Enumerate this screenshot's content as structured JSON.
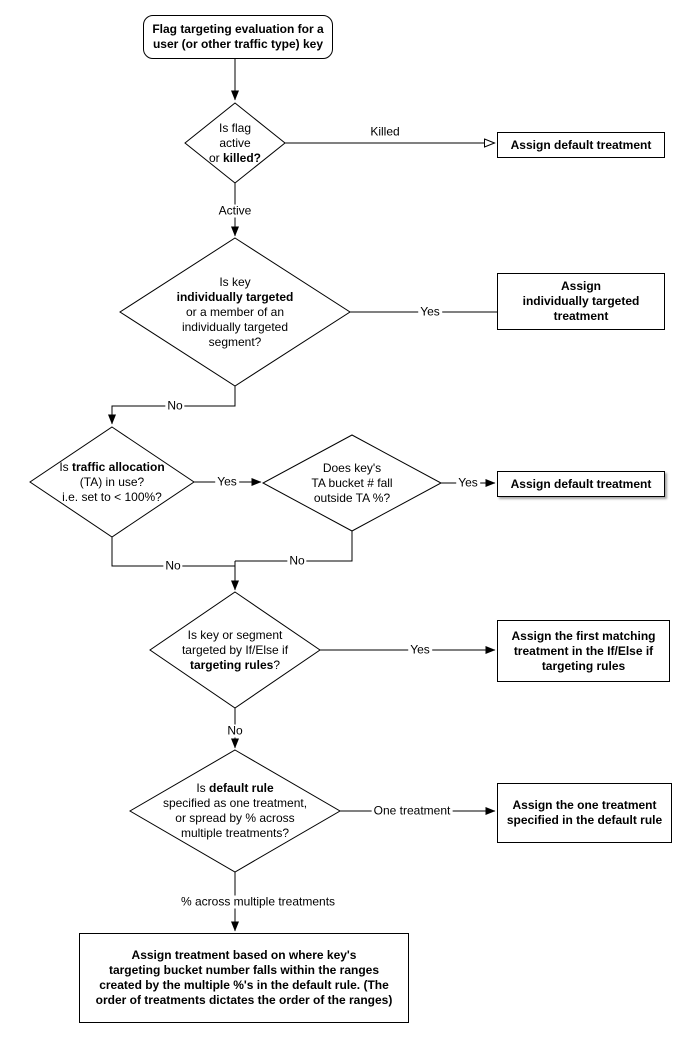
{
  "nodes": {
    "start": {
      "l1": "Flag targeting evaluation for a",
      "l2": "user (or other traffic type) key"
    },
    "is_flag_active": {
      "l1": "Is flag",
      "l2": "active",
      "l3a": "or ",
      "l3b": "killed?"
    },
    "is_individually_targeted": {
      "l1": "Is key",
      "l2": "individually targeted",
      "l3": "or a member of an",
      "l4": "individually targeted",
      "l5": "segment?"
    },
    "is_traffic_allocation": {
      "l1a": "Is ",
      "l1b": "traffic allocation",
      "l2": "(TA) in use?",
      "l3": "i.e. set to < 100%?"
    },
    "ta_bucket_outside": {
      "l1": "Does key's",
      "l2": "TA bucket # fall",
      "l3": "outside TA %?"
    },
    "if_else_rules": {
      "l1": "Is key or segment",
      "l2": "targeted by If/Else if",
      "l3a": "targeting rules",
      "l3b": "?"
    },
    "default_rule": {
      "l1a": "Is ",
      "l1b": "default rule",
      "l2": "specified as one treatment,",
      "l3": "or spread by % across",
      "l4": "multiple treatments?"
    }
  },
  "outcomes": {
    "default_treatment_killed": {
      "t": "Assign default treatment"
    },
    "individually_targeted": {
      "l1": "Assign",
      "l2": "individually targeted",
      "l3": "treatment"
    },
    "default_treatment_ta": {
      "t": "Assign default treatment"
    },
    "first_matching": {
      "l1": "Assign the first matching",
      "l2": "treatment in the If/Else if",
      "l3": "targeting rules"
    },
    "one_treatment": {
      "l1": "Assign the one treatment",
      "l2": "specified in the default rule"
    },
    "bucket_ranges": {
      "l1": "Assign treatment based on where key's",
      "l2": "targeting bucket number falls within the ranges",
      "l3": "created by the multiple %'s in the default rule. (The",
      "l4": "order of treatments dictates the order of the ranges)"
    }
  },
  "edges": {
    "killed": "Killed",
    "active": "Active",
    "yes_individually": "Yes",
    "no_individually": "No",
    "yes_ta": "Yes",
    "yes_outside": "Yes",
    "no_ta": "No",
    "no_outside": "No",
    "yes_rules": "Yes",
    "no_rules": "No",
    "one_treatment": "One treatment",
    "pct_across": "% across multiple treatments"
  },
  "colors": {
    "stroke": "#000000",
    "fill": "#ffffff"
  }
}
